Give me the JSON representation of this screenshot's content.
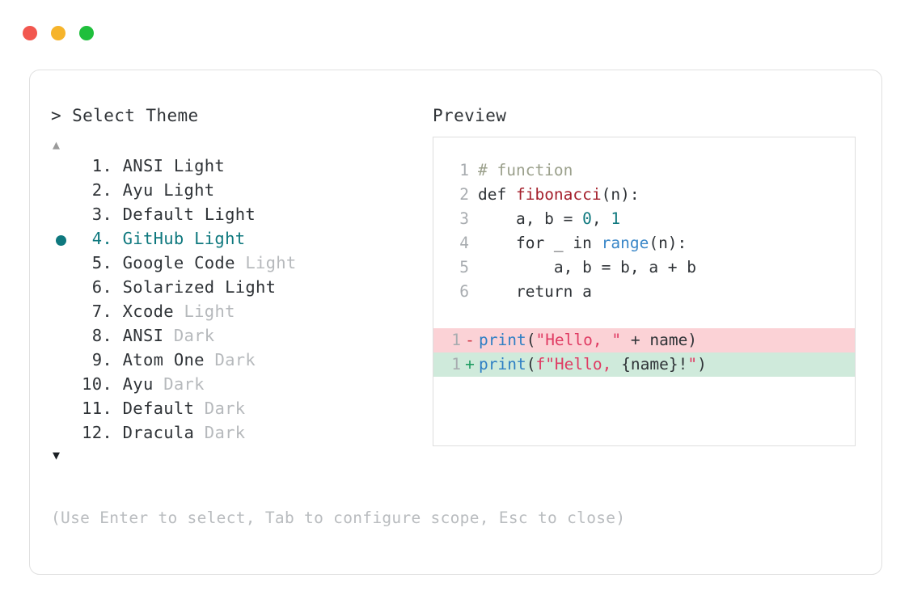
{
  "window": {
    "dots": [
      {
        "name": "close",
        "color": "#f2574f"
      },
      {
        "name": "minimize",
        "color": "#f6b42b"
      },
      {
        "name": "maximize",
        "color": "#1fbf3c"
      }
    ]
  },
  "left": {
    "header": "> Select Theme",
    "scroll_up": "▲",
    "scroll_down": "▼",
    "items": [
      {
        "index": " 1.",
        "name": "ANSI Light",
        "suffix": "",
        "dim": false,
        "selected": false
      },
      {
        "index": " 2.",
        "name": "Ayu Light",
        "suffix": "",
        "dim": false,
        "selected": false
      },
      {
        "index": " 3.",
        "name": "Default Light",
        "suffix": "",
        "dim": false,
        "selected": false
      },
      {
        "index": " 4.",
        "name": "GitHub Light",
        "suffix": "",
        "dim": false,
        "selected": true
      },
      {
        "index": " 5.",
        "name": "Google Code",
        "suffix": " Light",
        "dim": true,
        "selected": false
      },
      {
        "index": " 6.",
        "name": "Solarized Light",
        "suffix": "",
        "dim": false,
        "selected": false
      },
      {
        "index": " 7.",
        "name": "Xcode",
        "suffix": " Light",
        "dim": true,
        "selected": false
      },
      {
        "index": " 8.",
        "name": "ANSI",
        "suffix": " Dark",
        "dim": true,
        "selected": false
      },
      {
        "index": " 9.",
        "name": "Atom One",
        "suffix": " Dark",
        "dim": true,
        "selected": false
      },
      {
        "index": "10.",
        "name": "Ayu",
        "suffix": " Dark",
        "dim": true,
        "selected": false
      },
      {
        "index": "11.",
        "name": "Default",
        "suffix": " Dark",
        "dim": true,
        "selected": false
      },
      {
        "index": "12.",
        "name": "Dracula",
        "suffix": " Dark",
        "dim": true,
        "selected": false
      }
    ]
  },
  "right": {
    "header": "Preview",
    "code_lines": [
      {
        "ln": "1",
        "tokens": [
          {
            "t": "# function",
            "c": "tok-comment"
          }
        ]
      },
      {
        "ln": "2",
        "tokens": [
          {
            "t": "def ",
            "c": "tok-kw"
          },
          {
            "t": "fibonacci",
            "c": "tok-fn"
          },
          {
            "t": "(n):",
            "c": "tok-punct"
          }
        ]
      },
      {
        "ln": "3",
        "tokens": [
          {
            "t": "    a, b = ",
            "c": "tok-plain"
          },
          {
            "t": "0",
            "c": "tok-num"
          },
          {
            "t": ", ",
            "c": "tok-plain"
          },
          {
            "t": "1",
            "c": "tok-num"
          }
        ]
      },
      {
        "ln": "4",
        "tokens": [
          {
            "t": "    for _ in ",
            "c": "tok-plain"
          },
          {
            "t": "range",
            "c": "tok-builtin"
          },
          {
            "t": "(n):",
            "c": "tok-punct"
          }
        ]
      },
      {
        "ln": "5",
        "tokens": [
          {
            "t": "        a, b = b, a + b",
            "c": "tok-plain"
          }
        ]
      },
      {
        "ln": "6",
        "tokens": [
          {
            "t": "    return a",
            "c": "tok-plain"
          }
        ]
      }
    ],
    "diff_lines": [
      {
        "ln": "1",
        "sign": "-",
        "kind": "del",
        "tokens": [
          {
            "t": "print",
            "c": "tok-print"
          },
          {
            "t": "(",
            "c": "tok-punct"
          },
          {
            "t": "\"Hello, \"",
            "c": "tok-str"
          },
          {
            "t": " + name)",
            "c": "tok-plain"
          }
        ]
      },
      {
        "ln": "1",
        "sign": "+",
        "kind": "add",
        "tokens": [
          {
            "t": "print",
            "c": "tok-print"
          },
          {
            "t": "(",
            "c": "tok-punct"
          },
          {
            "t": "f\"Hello, ",
            "c": "tok-str"
          },
          {
            "t": "{name}!",
            "c": "tok-plain"
          },
          {
            "t": "\"",
            "c": "tok-str"
          },
          {
            "t": ")",
            "c": "tok-punct"
          }
        ]
      }
    ]
  },
  "footer": {
    "hint": "(Use Enter to select, Tab to configure scope, Esc to close)"
  }
}
